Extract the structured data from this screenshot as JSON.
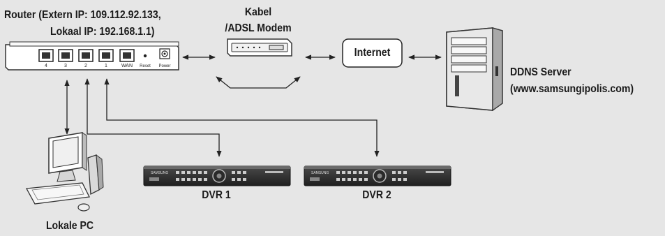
{
  "router": {
    "label_line1": "Router (Extern IP: 109.112.92.133,",
    "label_line2": "Lokaal IP: 192.168.1.1)",
    "ports": [
      "4",
      "3",
      "2",
      "1",
      "WAN"
    ],
    "reset_label": "Reset",
    "power_label": "Power"
  },
  "modem": {
    "label_line1": "Kabel",
    "label_line2": "/ADSL Modem"
  },
  "internet": {
    "label": "Internet"
  },
  "ddns": {
    "label_line1": "DDNS Server",
    "label_line2": "(www.samsungipolis.com)"
  },
  "pc": {
    "label": "Lokale PC"
  },
  "dvrs": [
    {
      "label": "DVR 1",
      "brand": "SAMSUNG"
    },
    {
      "label": "DVR 2",
      "brand": "SAMSUNG"
    }
  ]
}
